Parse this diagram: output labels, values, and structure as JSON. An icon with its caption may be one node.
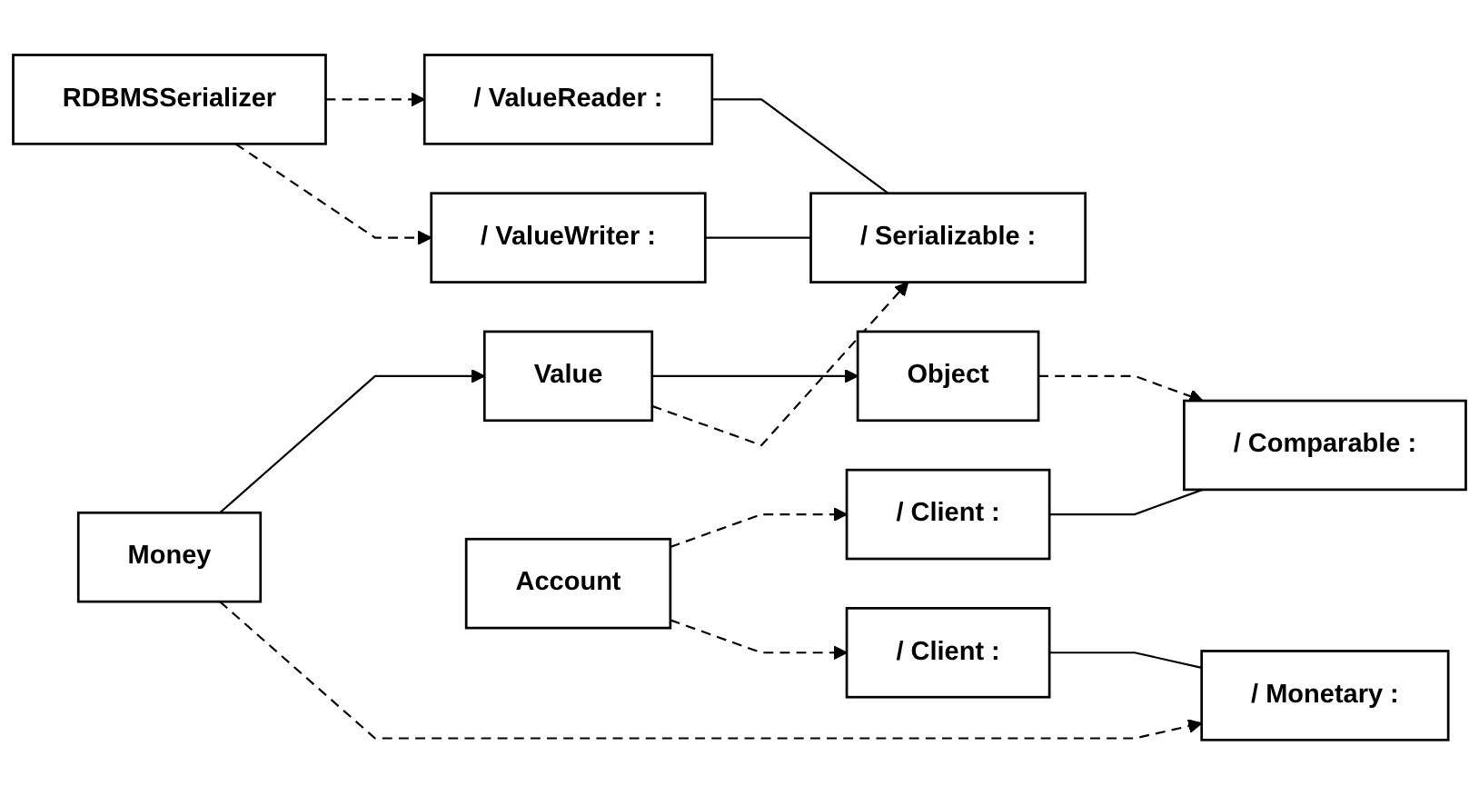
{
  "diagram": {
    "nodes": [
      {
        "text": [
          "/ Client :"
        ]
      },
      {
        "text": [
          "/ Comparable :"
        ]
      },
      {
        "text": [
          "Object"
        ]
      },
      {
        "text": [
          "/ ValueReader :"
        ]
      },
      {
        "text": [
          "RDBMSSerializer"
        ]
      },
      {
        "text": [
          "/ Serializable :"
        ]
      },
      {
        "text": [
          "Value"
        ]
      },
      {
        "text": [
          "/ ValueWriter :"
        ]
      },
      {
        "text": [
          "Account"
        ]
      },
      {
        "text": [
          "/ Client :"
        ]
      },
      {
        "text": [
          "/ Monetary :"
        ]
      },
      {
        "text": [
          "Money"
        ]
      }
    ],
    "edges": [
      {
        "from": 0,
        "to": 1,
        "arrow": "none"
      },
      {
        "from": 2,
        "to": 1,
        "arrow": "to",
        "style": "dashed"
      },
      {
        "from": 6,
        "to": 2,
        "arrow": "to"
      },
      {
        "from": 4,
        "to": 3,
        "arrow": "to",
        "style": "dashed"
      },
      {
        "from": 3,
        "to": 5,
        "arrow": "none"
      },
      {
        "from": 6,
        "to": 5,
        "arrow": "to",
        "style": "dashed"
      },
      {
        "from": 4,
        "to": 7,
        "arrow": "to",
        "style": "dashed"
      },
      {
        "from": 7,
        "to": 5,
        "arrow": "none"
      },
      {
        "from": 11,
        "to": 6,
        "arrow": "to"
      },
      {
        "from": 8,
        "to": 0,
        "arrow": "to",
        "style": "dashed"
      },
      {
        "from": 8,
        "to": 9,
        "arrow": "to",
        "style": "dashed"
      },
      {
        "from": 9,
        "to": 10,
        "arrow": "none"
      },
      {
        "from": 11,
        "to": 10,
        "arrow": "to",
        "style": "dashed"
      }
    ]
  }
}
